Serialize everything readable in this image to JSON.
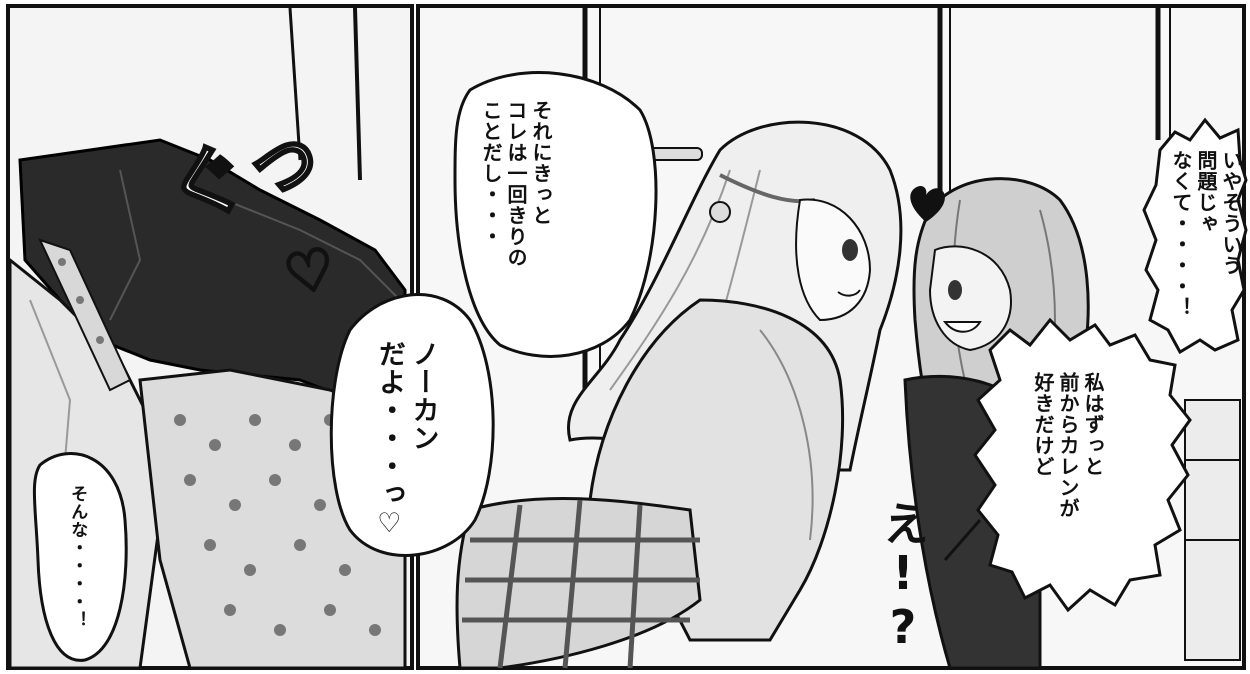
{
  "panels": {
    "left": {
      "sfx": "ぐっ",
      "speech": "そんな・・・・！"
    },
    "right": {
      "speech_1": "それにきっと\nコレは一回きりの\nことだし・・・",
      "speech_2": "ノーカン\nだよ・・・っ♡",
      "speech_3": "いやそういう\n問題じゃ\nなくて・・・・！",
      "speech_4": "私はずっと\n前からカレンが\n好きだけど",
      "sfx": "え!?"
    }
  }
}
